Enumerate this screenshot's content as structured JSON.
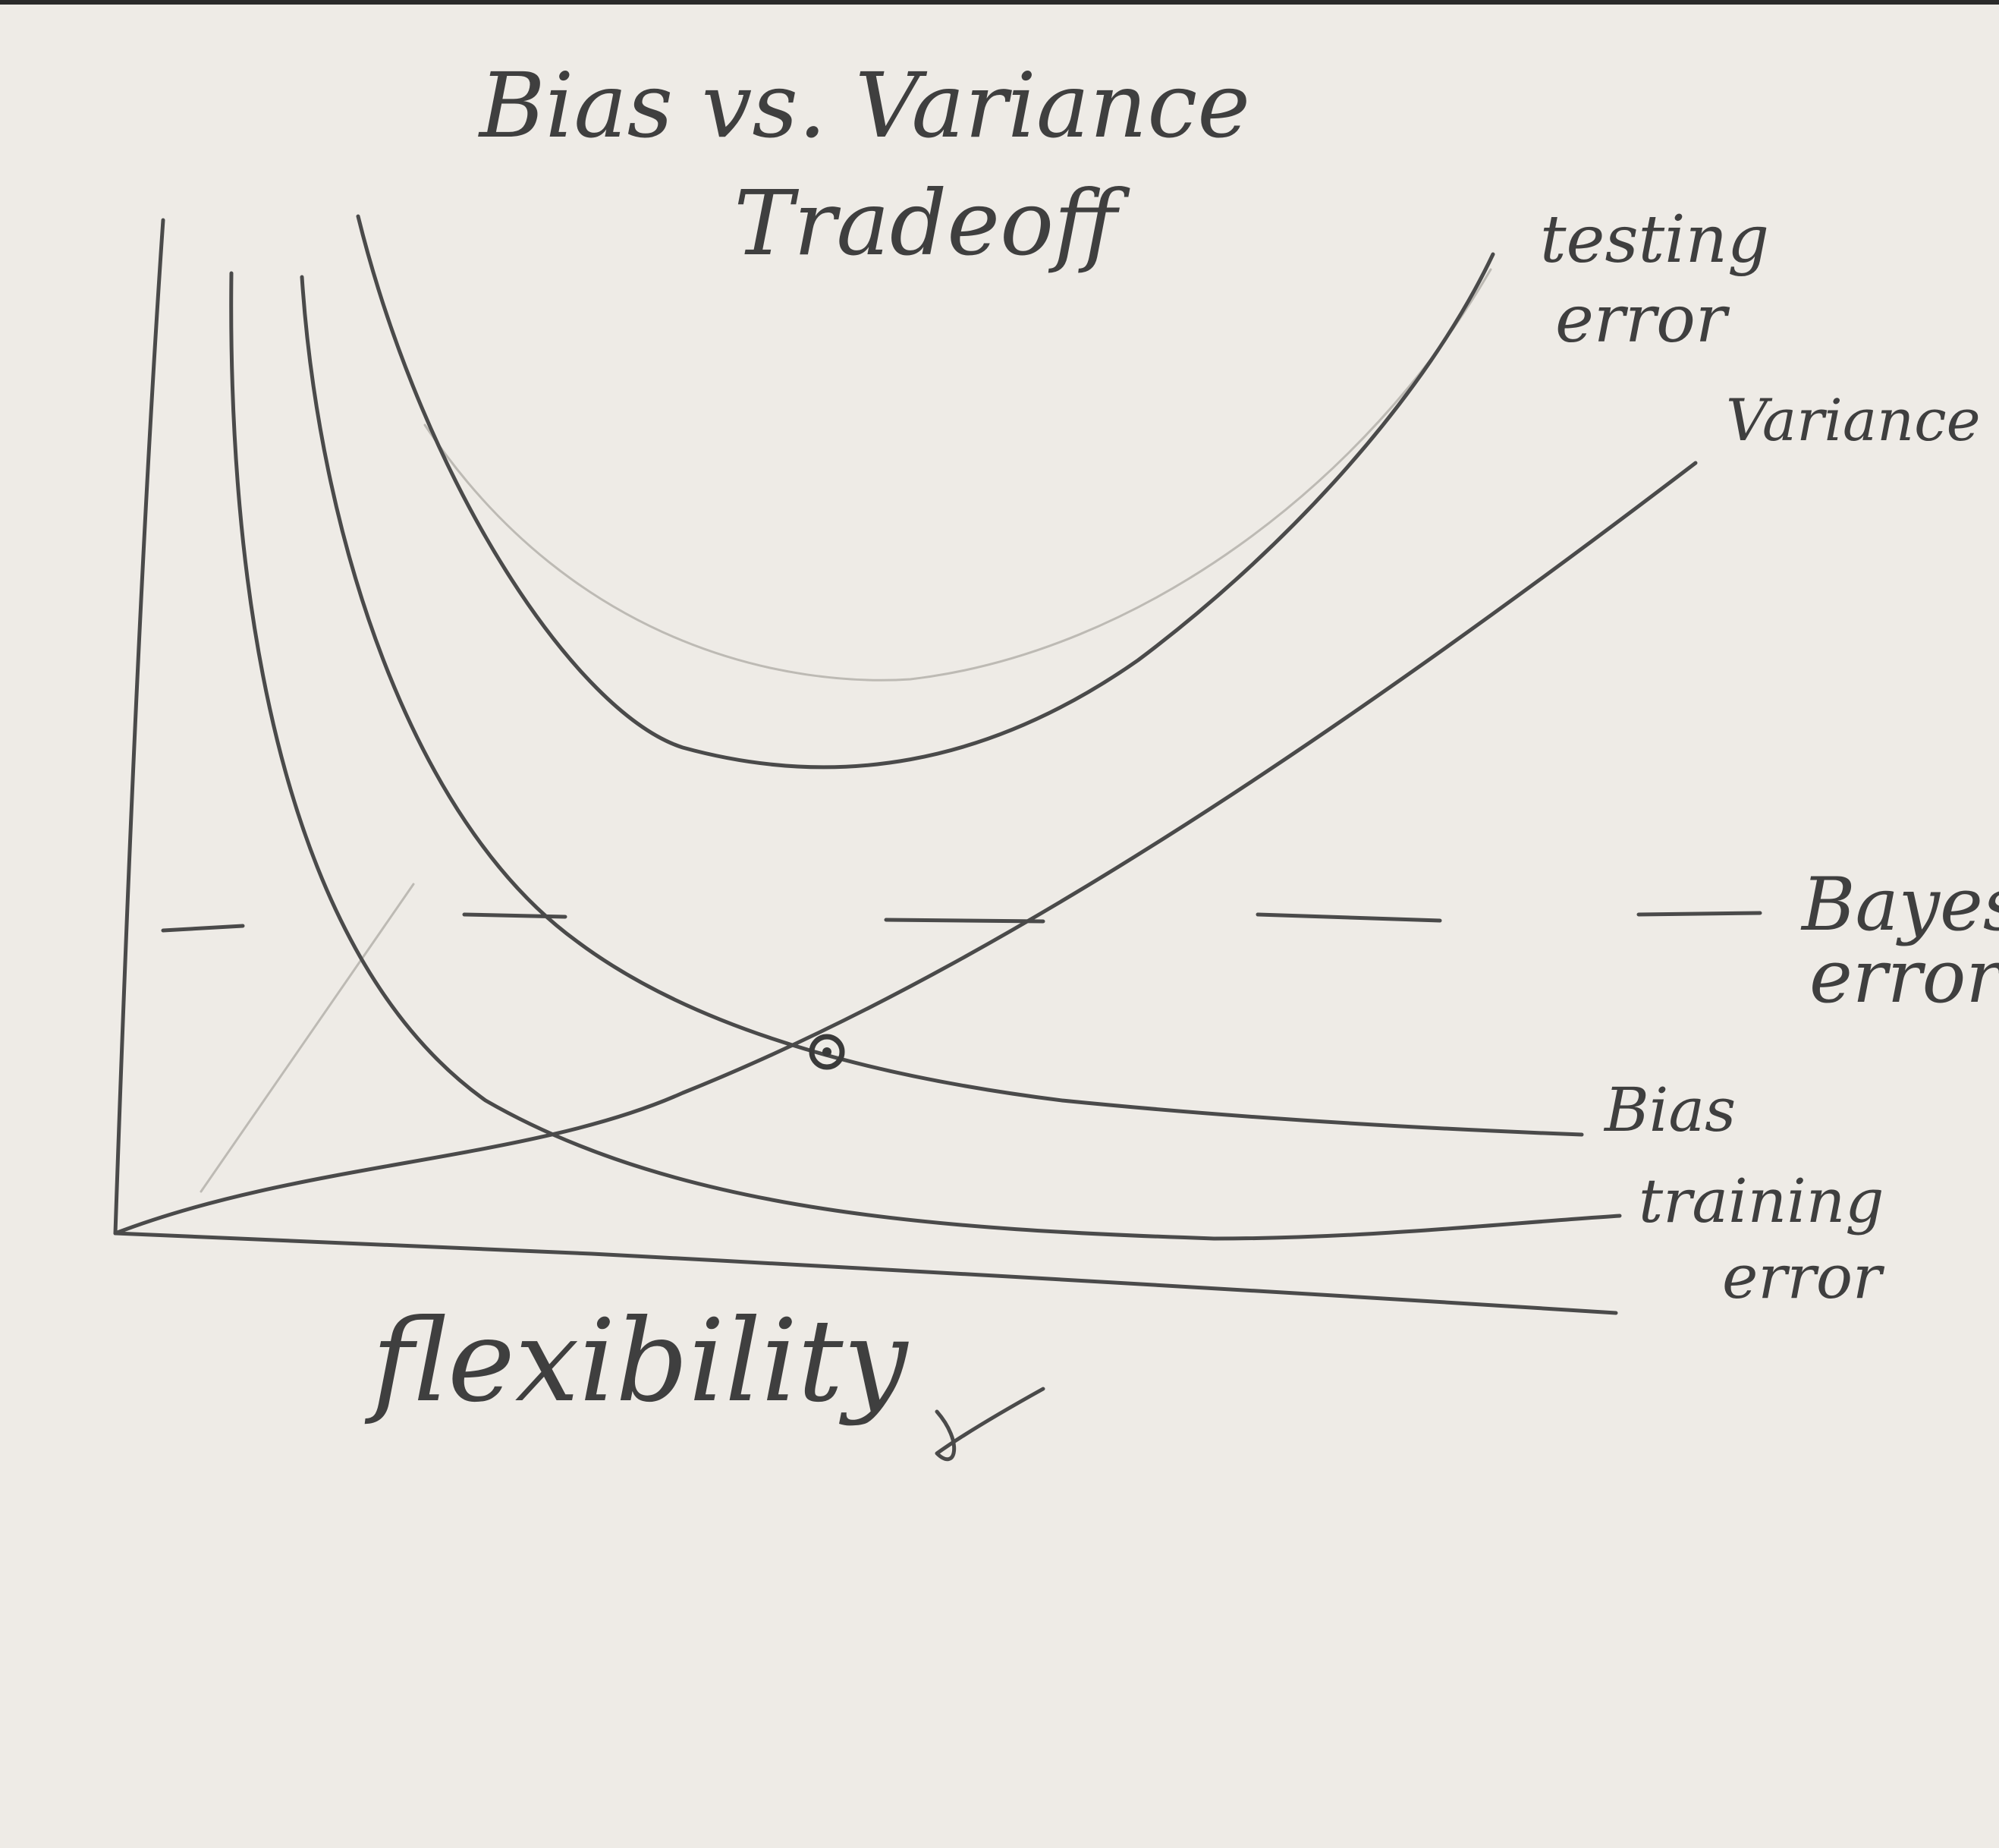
{
  "title_line1": "Bias vs. Variance",
  "title_line2": "Tradeoff",
  "x_axis_label": "flexibility",
  "labels": {
    "testing_error": [
      "testing",
      "error"
    ],
    "variance": "Variance",
    "bayes_error": [
      "Bayes",
      "error"
    ],
    "bias": "Bias",
    "training_error": [
      "training",
      "error"
    ]
  },
  "colors": {
    "paper": "#eeebe6",
    "pencil": "#4a4a4a",
    "faint_pencil": "#bdbab4"
  }
}
